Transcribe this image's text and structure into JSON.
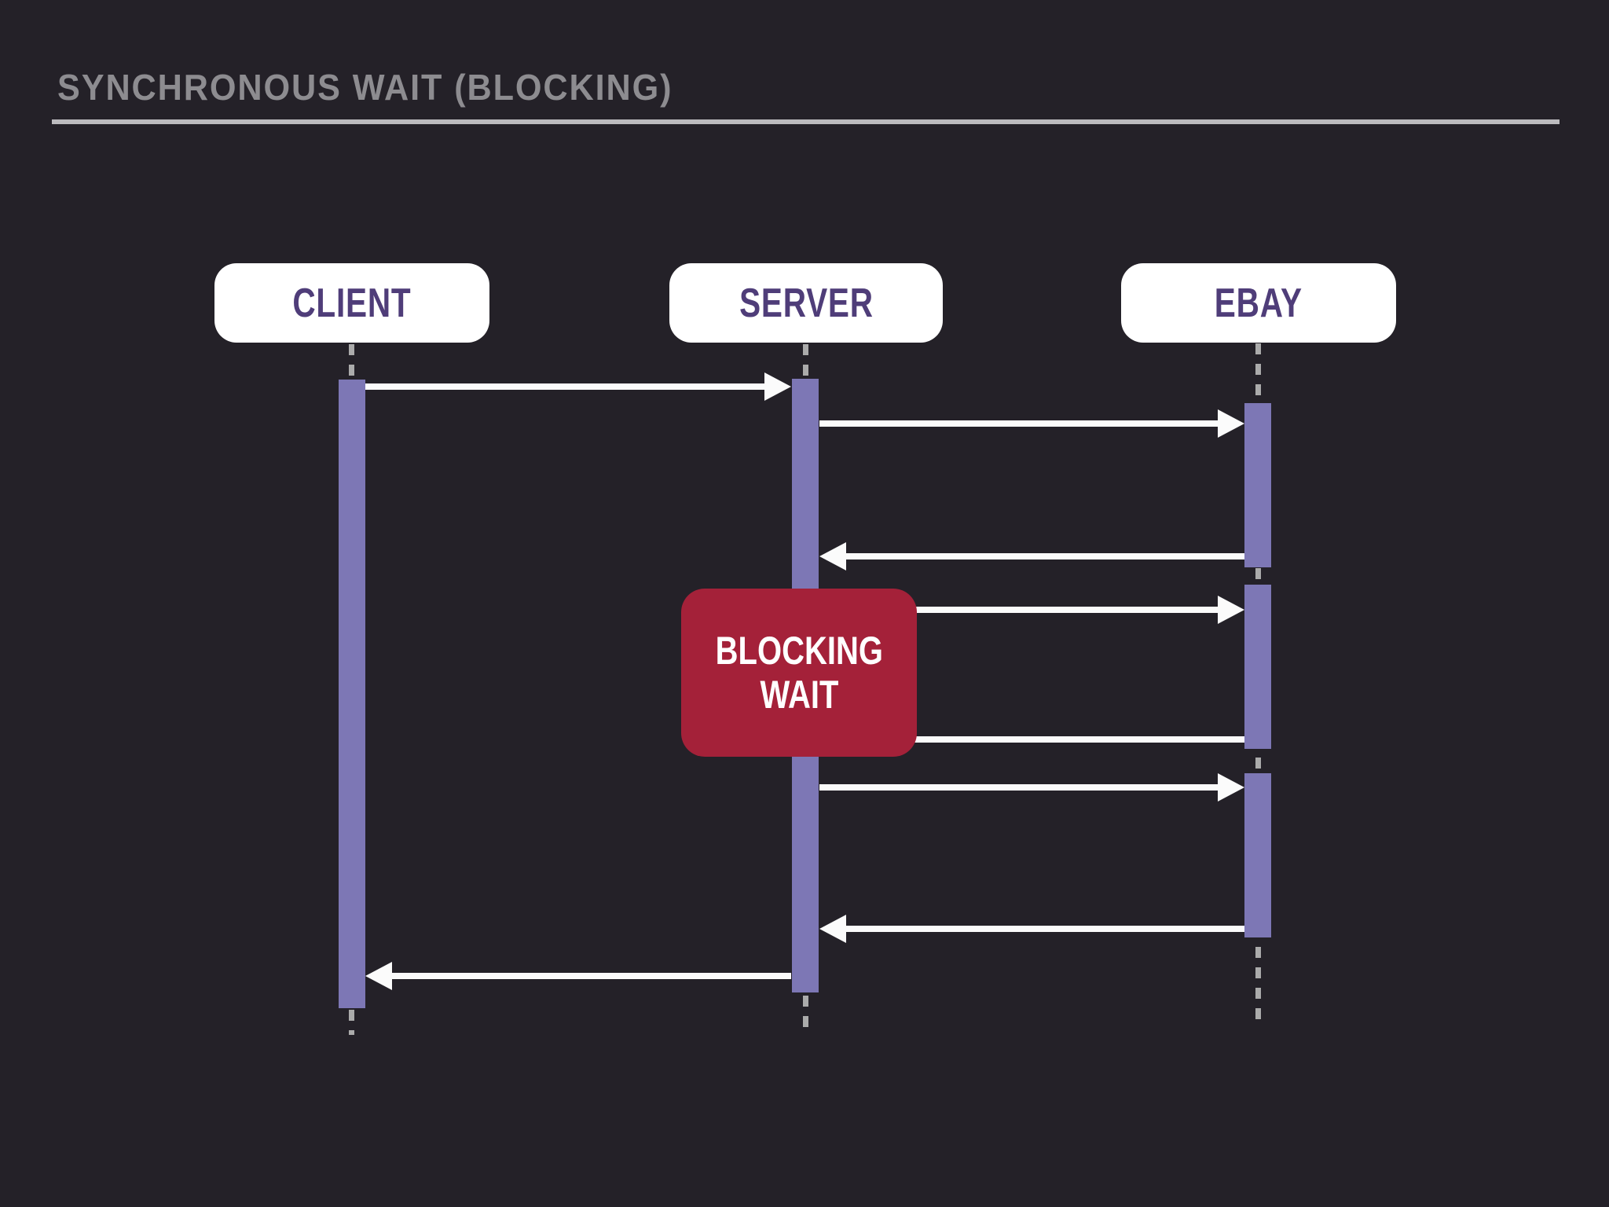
{
  "title": "SYNCHRONOUS WAIT (BLOCKING)",
  "actors": [
    {
      "id": "client",
      "label": "CLIENT"
    },
    {
      "id": "server",
      "label": "SERVER"
    },
    {
      "id": "ebay",
      "label": "EBAY"
    }
  ],
  "annotation": {
    "line1": "BLOCKING",
    "line2": "WAIT"
  },
  "messages": [
    {
      "from": "CLIENT",
      "to": "SERVER",
      "direction": "right"
    },
    {
      "from": "SERVER",
      "to": "EBAY",
      "direction": "right"
    },
    {
      "from": "EBAY",
      "to": "SERVER",
      "direction": "left"
    },
    {
      "from": "SERVER",
      "to": "EBAY",
      "direction": "right"
    },
    {
      "from": "EBAY",
      "to": "SERVER",
      "direction": "left"
    },
    {
      "from": "SERVER",
      "to": "EBAY",
      "direction": "right"
    },
    {
      "from": "EBAY",
      "to": "SERVER",
      "direction": "left"
    },
    {
      "from": "SERVER",
      "to": "CLIENT",
      "direction": "left"
    }
  ],
  "colors": {
    "background": "#242128",
    "actor_box": "#ffffff",
    "actor_text": "#4f3d79",
    "activation_bar": "#7d77b5",
    "arrow": "#fbfbfb",
    "note_background": "#a42139",
    "note_text": "#ffffff",
    "title_text": "#8d8c90",
    "rule": "#bcbbbe",
    "lifeline_dash": "#ababab"
  }
}
